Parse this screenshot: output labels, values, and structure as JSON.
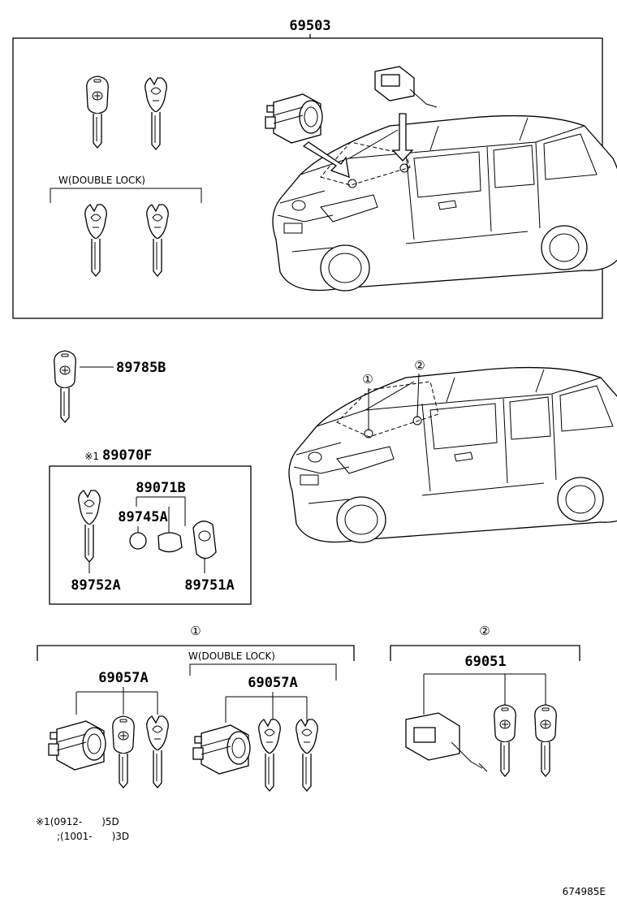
{
  "labels": {
    "top_assembly": "69503",
    "double_lock_top": "W(DOUBLE LOCK)",
    "key_blank": "89785B",
    "remote_set_mark": "※1",
    "remote_set": "89070F",
    "remote_case": "89071B",
    "battery": "89745A",
    "key_plate": "89752A",
    "transmitter": "89751A",
    "callout_1": "①",
    "callout_2": "②",
    "group1_label": "①",
    "group2_label": "②",
    "double_lock_bottom": "W(DOUBLE LOCK)",
    "cylinder_set_a": "69057A",
    "cylinder_set_b": "69057A",
    "cylinder_set_2": "69051",
    "note_line1": "※1(0912-　　)5D",
    "note_line2": ";(1001-　　)3D",
    "figure_code": "674985E"
  }
}
